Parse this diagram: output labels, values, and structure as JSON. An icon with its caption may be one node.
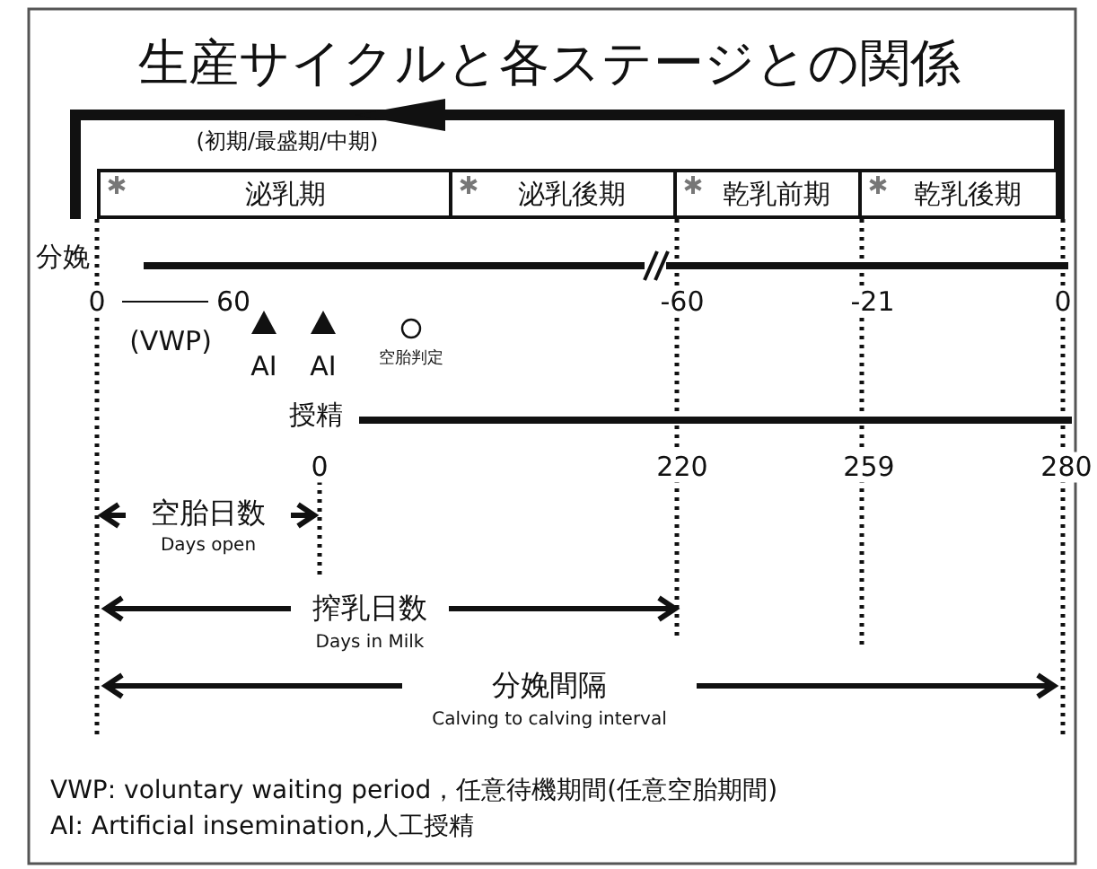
{
  "diagram": {
    "title": "生産サイクルと各ステージとの関係",
    "nodes": [
      {
        "text": [
          "泌乳期"
        ]
      },
      {
        "text": [
          "泌乳後期"
        ]
      },
      {
        "text": [
          "乾乳前期"
        ]
      },
      {
        "text": [
          "乾乳後期"
        ]
      }
    ],
    "labels": [
      "(初期/最盛期/中期)",
      "分娩",
      "0",
      "60",
      "-60",
      "-21",
      "0",
      "(VWP)",
      "AI",
      "AI",
      "空胎判定",
      "授精",
      "0",
      "220",
      "259",
      "280",
      "空胎日数",
      "Days open",
      "搾乳日数",
      "Days in Milk",
      "分娩間隔",
      "Calving to calving interval",
      "VWP: voluntary waiting period，任意待機期間(任意空胎期間)",
      "AI: Artificial insemination,人工授精"
    ]
  }
}
